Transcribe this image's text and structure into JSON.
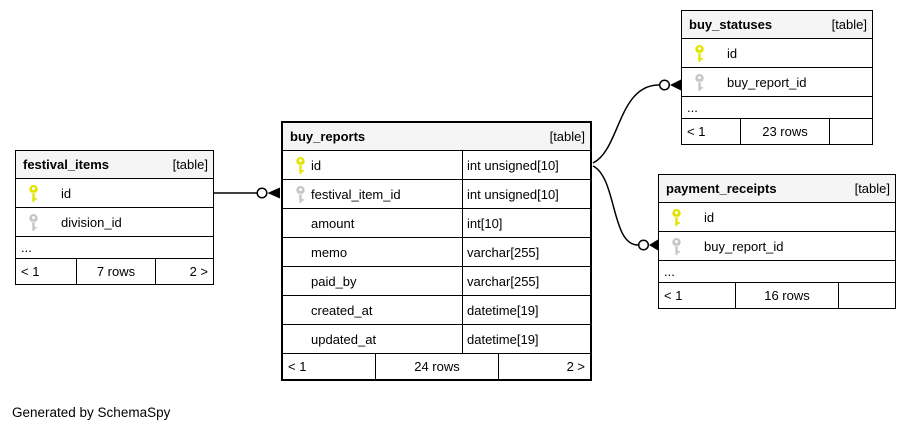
{
  "generated_by": "Generated by SchemaSpy",
  "colors": {
    "primary_key_icon": "#e3e300",
    "foreign_key_icon": "#c6c6c6",
    "header_bg": "#f5f5f5",
    "border": "#000000",
    "background": "#ffffff"
  },
  "tables": {
    "festival_items": {
      "name": "festival_items",
      "tag": "[table]",
      "columns": [
        {
          "name": "id",
          "key": "primary"
        },
        {
          "name": "division_id",
          "key": "foreign"
        }
      ],
      "ellipsis": "...",
      "pager": {
        "prev": "< 1",
        "rows": "7 rows",
        "next": "2 >"
      }
    },
    "buy_reports": {
      "name": "buy_reports",
      "tag": "[table]",
      "columns": [
        {
          "name": "id",
          "key": "primary",
          "type": "int unsigned[10]"
        },
        {
          "name": "festival_item_id",
          "key": "foreign",
          "type": "int unsigned[10]"
        },
        {
          "name": "amount",
          "key": "none",
          "type": "int[10]"
        },
        {
          "name": "memo",
          "key": "none",
          "type": "varchar[255]"
        },
        {
          "name": "paid_by",
          "key": "none",
          "type": "varchar[255]"
        },
        {
          "name": "created_at",
          "key": "none",
          "type": "datetime[19]"
        },
        {
          "name": "updated_at",
          "key": "none",
          "type": "datetime[19]"
        }
      ],
      "pager": {
        "prev": "< 1",
        "rows": "24 rows",
        "next": "2 >"
      }
    },
    "buy_statuses": {
      "name": "buy_statuses",
      "tag": "[table]",
      "columns": [
        {
          "name": "id",
          "key": "primary"
        },
        {
          "name": "buy_report_id",
          "key": "foreign"
        }
      ],
      "ellipsis": "...",
      "pager": {
        "prev": "< 1",
        "rows": "23 rows",
        "next": ""
      }
    },
    "payment_receipts": {
      "name": "payment_receipts",
      "tag": "[table]",
      "columns": [
        {
          "name": "id",
          "key": "primary"
        },
        {
          "name": "buy_report_id",
          "key": "foreign"
        }
      ],
      "ellipsis": "...",
      "pager": {
        "prev": "< 1",
        "rows": "16 rows",
        "next": ""
      }
    }
  },
  "relationships": [
    {
      "from": "festival_items.id",
      "to": "buy_reports.festival_item_id"
    },
    {
      "from": "buy_reports.id",
      "to": "buy_statuses.buy_report_id"
    },
    {
      "from": "buy_reports.id",
      "to": "payment_receipts.buy_report_id"
    }
  ]
}
